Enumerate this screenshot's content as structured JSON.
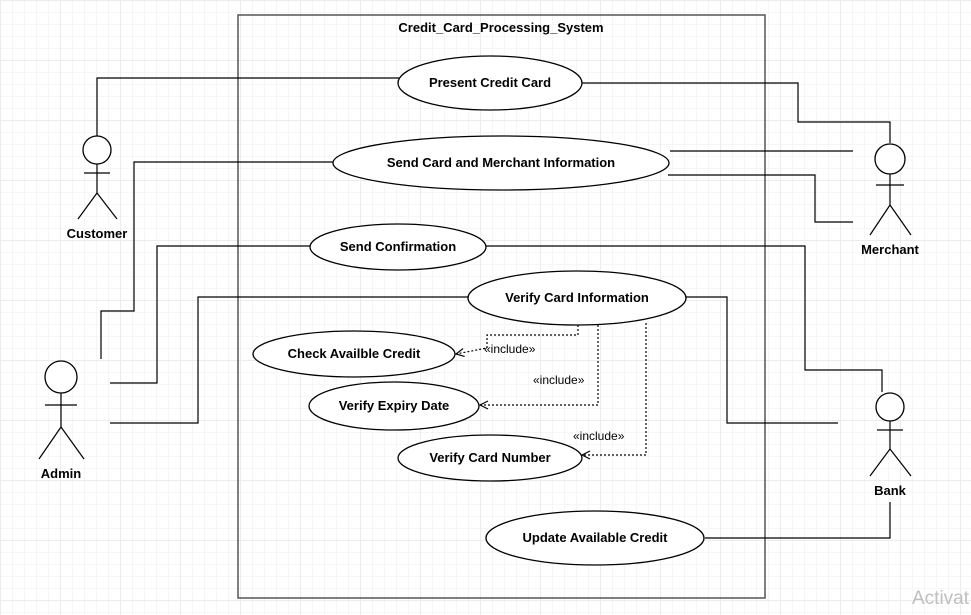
{
  "system": {
    "name": "Credit_Card_Processing_System"
  },
  "actors": {
    "customer": "Customer",
    "merchant": "Merchant",
    "admin": "Admin",
    "bank": "Bank"
  },
  "use_cases": {
    "present_credit_card": "Present Credit Card",
    "send_card_merchant_info": "Send Card and Merchant Information",
    "send_confirmation": "Send Confirmation",
    "verify_card_information": "Verify Card Information",
    "check_available_credit": "Check Availble Credit",
    "verify_expiry_date": "Verify Expiry Date",
    "verify_card_number": "Verify Card Number",
    "update_available_credit": "Update Available Credit"
  },
  "relations": {
    "include_1": "«include»",
    "include_2": "«include»",
    "include_3": "«include»"
  },
  "watermark": "Activat"
}
